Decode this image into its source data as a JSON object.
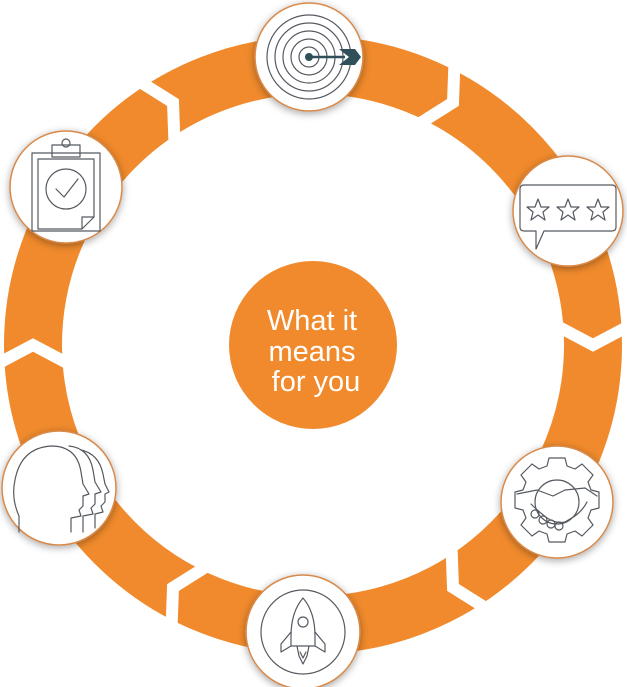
{
  "center": {
    "lines": [
      "What it",
      "means",
      "for you"
    ]
  },
  "colors": {
    "ring": "#f08a2c",
    "center_fill": "#f08a2c",
    "icon_stroke": "#555a60",
    "dart_accent": "#2f4f5a"
  },
  "nodes": [
    {
      "icon": "target-dart-icon"
    },
    {
      "icon": "star-rating-speech-bubble-icon"
    },
    {
      "icon": "handshake-gear-icon"
    },
    {
      "icon": "rocket-icon"
    },
    {
      "icon": "people-silhouettes-icon"
    },
    {
      "icon": "clipboard-check-icon"
    }
  ]
}
